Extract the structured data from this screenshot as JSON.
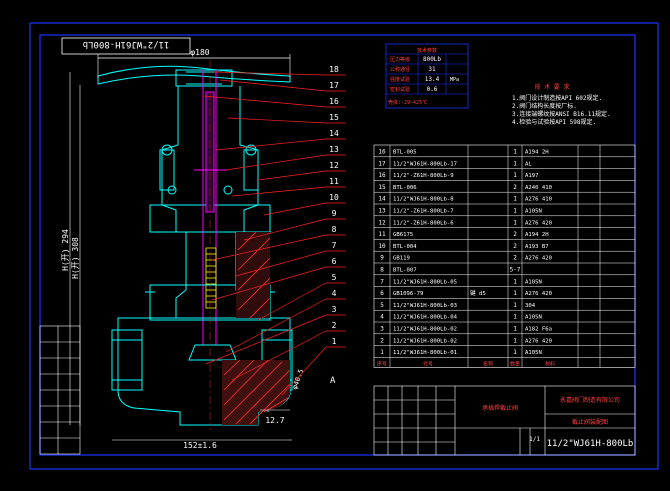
{
  "drawing": {
    "model_title": "11/2\"WJ61H-800Lb",
    "title_block_model": "11/2\"WJ61H-800Lb",
    "dim_top": "φ180",
    "dim_height_1": "H(开) 294",
    "dim_height_2": "H(开) 308",
    "dim_bottom": "152±1.6",
    "dim_side": "12.7",
    "dim_bore": "φ40.5",
    "view_label": "A",
    "sheet_ratio": "1/1",
    "colors": {
      "frame": "#1a33ff",
      "body_outline": "#00ffff",
      "hatch": "#ff3030",
      "stem": "#ff00ff",
      "leader": "#ff2020",
      "table_text": "#ffffff",
      "table_grid": "#ffffff"
    }
  },
  "spec_table": {
    "header": "技术参数",
    "rows": [
      {
        "label": "压力等级",
        "value": "800Lb",
        "unit": ""
      },
      {
        "label": "公称通径",
        "value": "31",
        "unit": ""
      },
      {
        "label": "强度试验",
        "value": "13.4",
        "unit": "MPa"
      },
      {
        "label": "密封试验",
        "value": "0.6",
        "unit": ""
      }
    ],
    "footer": "壳体:-29~425℃"
  },
  "tech_notes": {
    "title": "技 术 要 求",
    "items": [
      "1.阀门设计制造按API 602规定.",
      "2.阀门结构长度按厂标.",
      "3.连接端螺纹按ANSI B16.11规定.",
      "4.检验与试验按API 598规定."
    ]
  },
  "balloon_numbers": [
    "18",
    "17",
    "16",
    "15",
    "14",
    "13",
    "12",
    "11",
    "10",
    "9",
    "8",
    "7",
    "6",
    "5",
    "4",
    "3",
    "2",
    "1"
  ],
  "parts_list": {
    "rows": [
      {
        "no": "16",
        "code": "BTL-005",
        "name": "",
        "qty": "1",
        "material": "A194 2H"
      },
      {
        "no": "17",
        "code": "11/2\"WJ61H-800Lb-17",
        "name": "",
        "qty": "1",
        "material": "AL"
      },
      {
        "no": "16",
        "code": "11/2\"-Z61H-800Lb-9",
        "name": "",
        "qty": "1",
        "material": "A197"
      },
      {
        "no": "15",
        "code": "BTL-006",
        "name": "",
        "qty": "2",
        "material": "A240 410"
      },
      {
        "no": "14",
        "code": "11/2\"WJ61H-800Lb-8",
        "name": "",
        "qty": "1",
        "material": "A276 410"
      },
      {
        "no": "13",
        "code": "11/2\"-Z61H-800Lb-7",
        "name": "",
        "qty": "1",
        "material": "A105N"
      },
      {
        "no": "12",
        "code": "11/2\"-Z61H-800Lb-6",
        "name": "",
        "qty": "1",
        "material": "A276 420"
      },
      {
        "no": "11",
        "code": "GB6175",
        "name": "",
        "qty": "2",
        "material": "A194 2H"
      },
      {
        "no": "10",
        "code": "BTL-004",
        "name": "",
        "qty": "2",
        "material": "A193 B7"
      },
      {
        "no": "9",
        "code": "GB119",
        "name": "",
        "qty": "2",
        "material": "A276 420"
      },
      {
        "no": "8",
        "code": "BTL-007",
        "name": "",
        "qty": "5-7",
        "material": ""
      },
      {
        "no": "7",
        "code": "11/2\"WJ61H-800Lb-05",
        "name": "",
        "qty": "1",
        "material": "A105N"
      },
      {
        "no": "6",
        "code": "GB1096-79",
        "name": "键 d5",
        "qty": "1",
        "material": "A276 420"
      },
      {
        "no": "5",
        "code": "11/2\"WJ61H-800Lb-03",
        "name": "",
        "qty": "1",
        "material": "304"
      },
      {
        "no": "4",
        "code": "11/2\"WJ61H-800Lb-04",
        "name": "",
        "qty": "1",
        "material": "A105N"
      },
      {
        "no": "3",
        "code": "11/2\"WJ61H-800Lb-02",
        "name": "",
        "qty": "1",
        "material": "A182 F6a"
      },
      {
        "no": "2",
        "code": "11/2\"WJ61H-800Lb-02",
        "name": "",
        "qty": "1",
        "material": "A276 420"
      },
      {
        "no": "1",
        "code": "11/2\"WJ61H-800Lb-01",
        "name": "",
        "qty": "1",
        "material": "A105N"
      }
    ],
    "header": {
      "no": "序号",
      "code": "代号",
      "name": "名称",
      "qty": "数量",
      "material": "材料"
    }
  },
  "title_block": {
    "company": "永嘉阀门制造有限公司",
    "drawing_name": "截止阀装配图",
    "product": "承插焊截止阀"
  }
}
